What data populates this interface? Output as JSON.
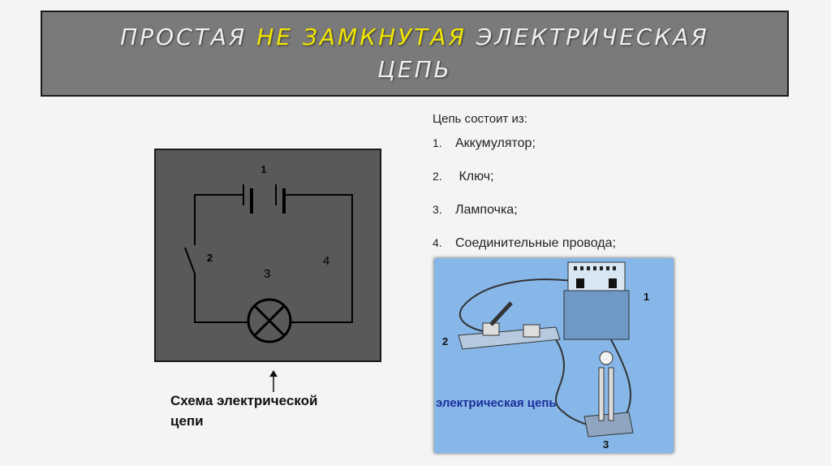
{
  "slide": {
    "title": {
      "part1": "ПРОСТАЯ ",
      "part2": "НЕ ЗАМКНУТАЯ",
      "part3": " ЭЛЕКТРИЧЕСКАЯ",
      "line2": "ЦЕПЬ"
    }
  },
  "schema": {
    "labels": {
      "battery": "1",
      "switch": "2",
      "lamp": "3",
      "wires": "4"
    },
    "caption_line1": "Схема электрической",
    "caption_line2": "цепи"
  },
  "composition": {
    "heading": "Цепь состоит из:",
    "items": [
      {
        "num": "1.",
        "text": "Аккумулятор;"
      },
      {
        "num": "2.",
        "text": " Ключ;"
      },
      {
        "num": "3.",
        "text": "Лампочка;"
      },
      {
        "num": "4.",
        "text": "Соединительные провода;"
      }
    ]
  },
  "photo": {
    "label": "электрическая цепь",
    "num_battery": "1",
    "num_switch": "2",
    "num_lamp": "3"
  },
  "colors": {
    "title_highlight": "#f2e600",
    "photo_bg": "#86b7e8",
    "photo_label": "#1b2f9a"
  }
}
